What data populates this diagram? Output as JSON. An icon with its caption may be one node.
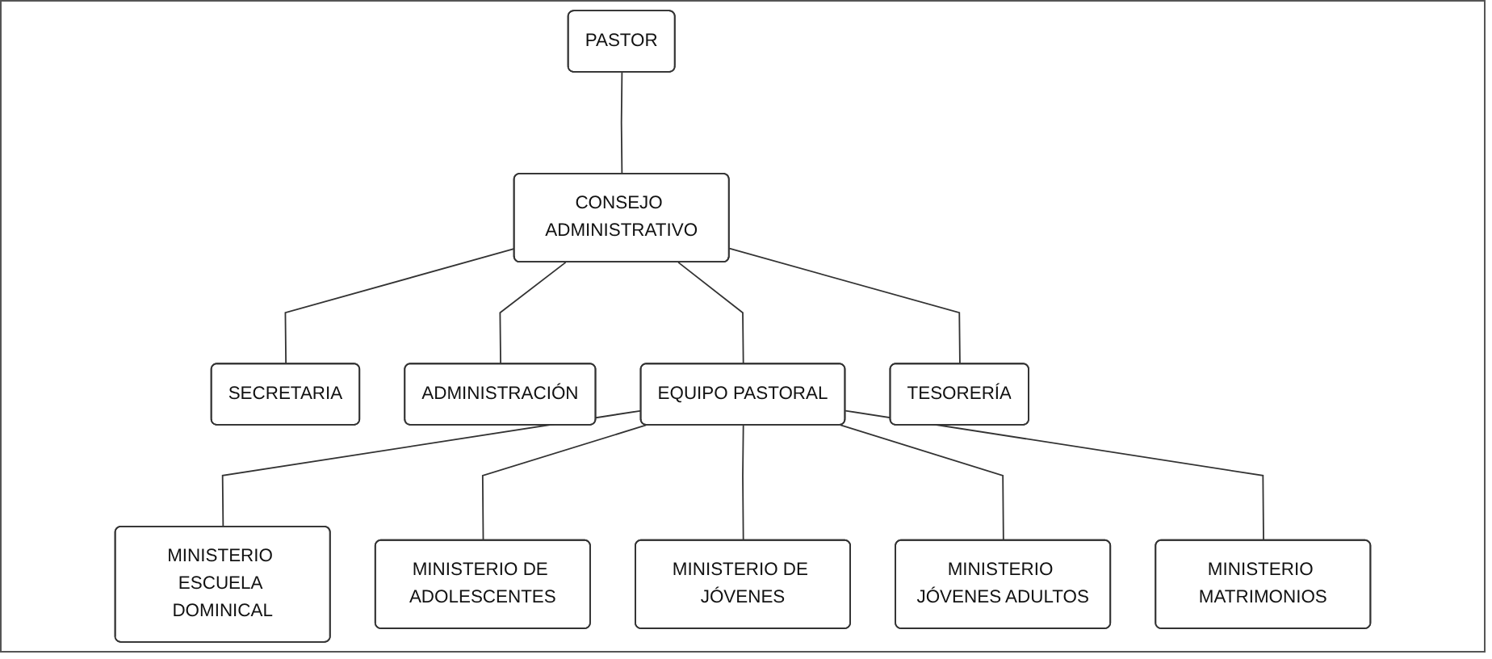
{
  "diagram": {
    "nodes": [
      {
        "text": [
          "PASTOR"
        ]
      },
      {
        "text": [
          "CONSEJO ADMINISTRATIVO"
        ]
      },
      {
        "text": [
          "SECRETARIA"
        ]
      },
      {
        "text": [
          "ADMINISTRACIÓN"
        ]
      },
      {
        "text": [
          "EQUIPO PASTORAL"
        ]
      },
      {
        "text": [
          "TESORERÍA"
        ]
      },
      {
        "text": [
          "MINISTERIO ESCUELA DOMINICAL"
        ]
      },
      {
        "text": [
          "MINISTERIO DE ADOLESCENTES"
        ]
      },
      {
        "text": [
          "MINISTERIO DE JÓVENES"
        ]
      },
      {
        "text": [
          "MINISTERIO JÓVENES ADULTOS"
        ]
      },
      {
        "text": [
          "MINISTERIO MATRIMONIOS"
        ]
      }
    ],
    "edges": [
      {
        "from": 0,
        "to": 1,
        "arrow": "none"
      },
      {
        "from": 1,
        "to": 2,
        "arrow": "none"
      },
      {
        "from": 1,
        "to": 3,
        "arrow": "none"
      },
      {
        "from": 1,
        "to": 4,
        "arrow": "none"
      },
      {
        "from": 1,
        "to": 5,
        "arrow": "none"
      },
      {
        "from": 4,
        "to": 6,
        "arrow": "none"
      },
      {
        "from": 4,
        "to": 7,
        "arrow": "none"
      },
      {
        "from": 4,
        "to": 8,
        "arrow": "none"
      },
      {
        "from": 4,
        "to": 9,
        "arrow": "none"
      },
      {
        "from": 4,
        "to": 10,
        "arrow": "none"
      }
    ]
  }
}
